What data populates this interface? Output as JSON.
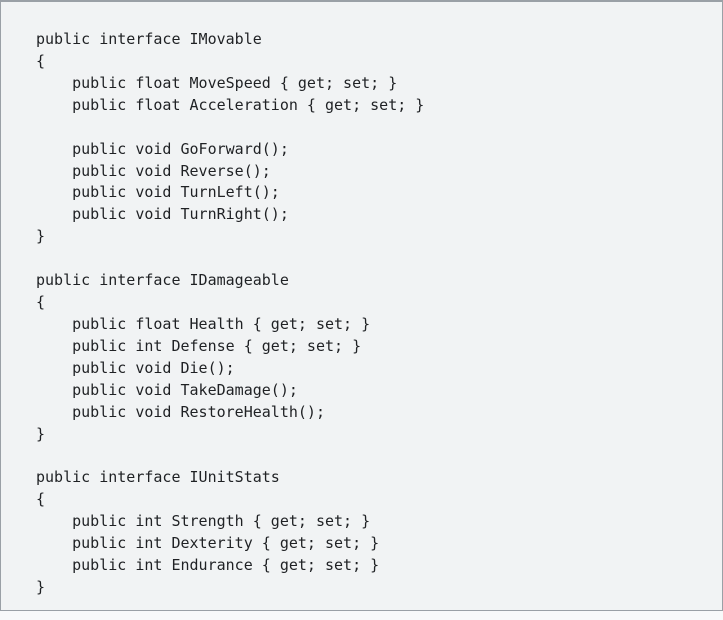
{
  "page": {
    "background": "#f8f9fa"
  },
  "code_block": {
    "background": "#f1f3f4",
    "border_color": "#9aa0a6",
    "text_color": "#1f2124",
    "lines": [
      "public interface IMovable",
      "{",
      "    public float MoveSpeed { get; set; }",
      "    public float Acceleration { get; set; }",
      "",
      "    public void GoForward();",
      "    public void Reverse();",
      "    public void TurnLeft();",
      "    public void TurnRight();",
      "}",
      "",
      "public interface IDamageable",
      "{",
      "    public float Health { get; set; }",
      "    public int Defense { get; set; }",
      "    public void Die();",
      "    public void TakeDamage();",
      "    public void RestoreHealth();",
      "}",
      "",
      "public interface IUnitStats",
      "{",
      "    public int Strength { get; set; }",
      "    public int Dexterity { get; set; }",
      "    public int Endurance { get; set; }",
      "}"
    ]
  }
}
